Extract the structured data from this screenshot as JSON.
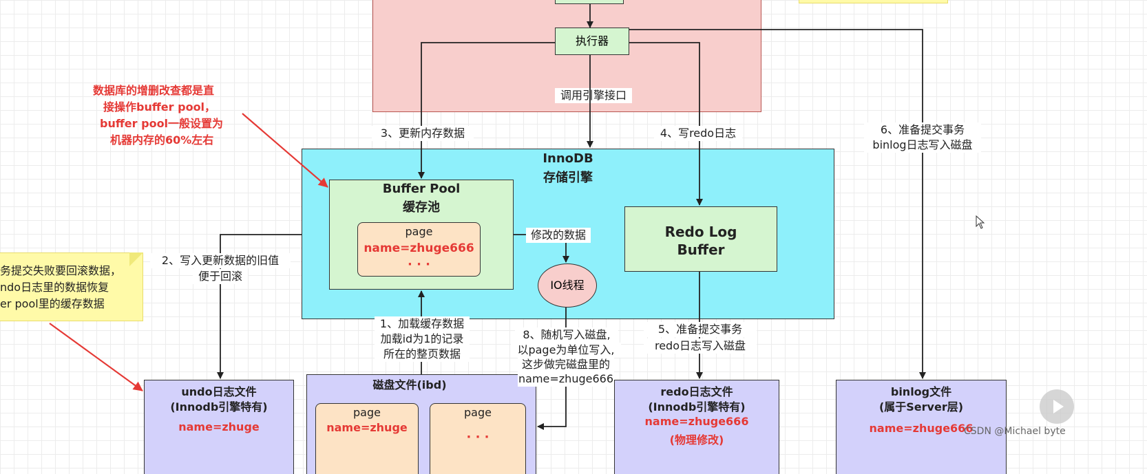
{
  "server_box": {
    "executor": "执行器",
    "call_engine": "调用引擎接口"
  },
  "innodb": {
    "title": "InnoDB",
    "subtitle": "存储引擎"
  },
  "buffer_pool": {
    "title": "Buffer Pool",
    "subtitle": "缓存池",
    "page_label": "page",
    "page_value": "name=zhuge666",
    "dots": "· · ·"
  },
  "redo_log_buffer": {
    "line1": "Redo Log",
    "line2": "Buffer"
  },
  "io_thread": "IO线程",
  "steps": {
    "s1": [
      "1、加载缓存数据",
      "加载id为1的记录",
      "所在的整页数据"
    ],
    "s2": [
      "2、写入更新数据的旧值",
      "便于回滚"
    ],
    "s3": "3、更新内存数据",
    "s4": "4、写redo日志",
    "s5": [
      "5、准备提交事务",
      "redo日志写入磁盘"
    ],
    "s6": [
      "6、准备提交事务",
      "binlog日志写入磁盘"
    ],
    "s8": [
      "8、随机写入磁盘,",
      "以page为单位写入,",
      "这步做完磁盘里的",
      "name=zhuge666"
    ],
    "modified": "修改的数据"
  },
  "note_red": [
    "数据库的增删改查都是直",
    "接操作buffer pool，",
    "buffer pool一般设置为",
    "机器内存的60%左右"
  ],
  "note_yellow": [
    "务提交失败要回滚数据，",
    "ndo日志里的数据恢复",
    "er pool里的缓存数据"
  ],
  "undo_file": {
    "title": "undo日志文件",
    "subtitle": "(Innodb引擎特有)",
    "value": "name=zhuge"
  },
  "disk_file": {
    "title": "磁盘文件(ibd)",
    "page1_label": "page",
    "page1_value": "name=zhuge",
    "page2_label": "page",
    "page2_dots": "· · ·"
  },
  "redo_file": {
    "title": "redo日志文件",
    "subtitle": "(Innodb引擎特有)",
    "value": "name=zhuge666",
    "note": "(物理修改)"
  },
  "binlog_file": {
    "title": "binlog文件",
    "subtitle": "(属于Server层)",
    "value": "name=zhuge666"
  },
  "watermark": "CSDN @Michael byte",
  "colors": {
    "server_bg": "#f8cecc",
    "innodb_bg": "#8ef0fb",
    "green_bg": "#d5f5d0",
    "orange_bg": "#fde3c5",
    "purple_bg": "#d3d1fb",
    "note_bg": "#fffaa8",
    "accent_red": "#e53935"
  }
}
